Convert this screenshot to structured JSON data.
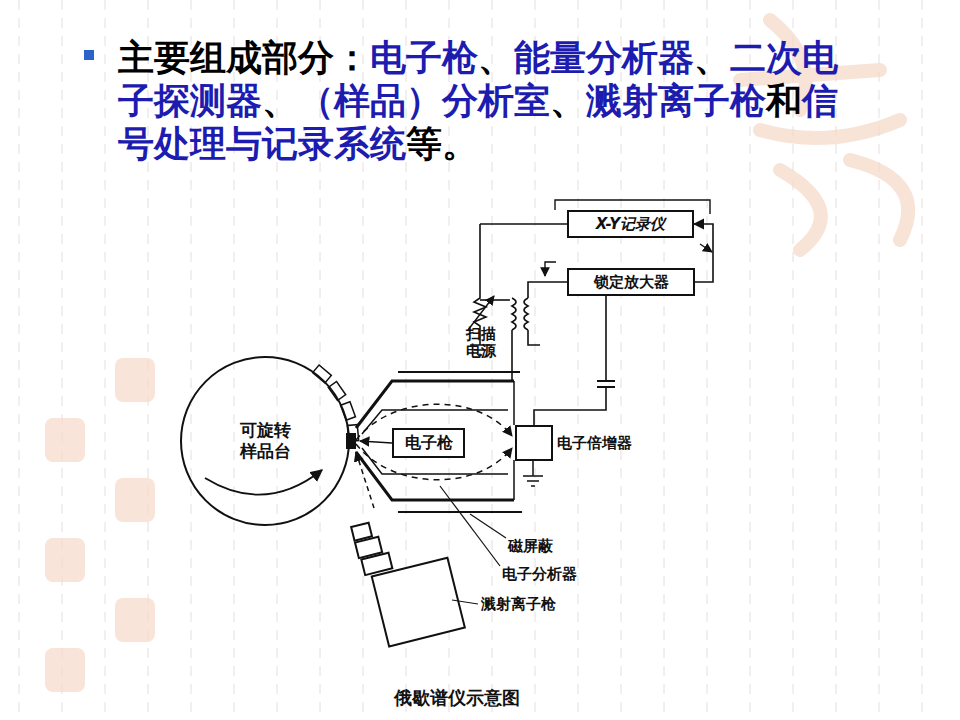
{
  "diagram": {
    "caption": "俄歇谱仪示意图",
    "nodes": [
      {
        "text": [
          "X-Y记录仪"
        ]
      },
      {
        "text": [
          "锁定放大器"
        ]
      },
      {
        "text": [
          "可旋转样品台"
        ]
      },
      {
        "text": [
          "电子枪"
        ]
      },
      {
        "text": [
          "电子倍增器"
        ]
      }
    ],
    "edges": [
      {
        "from": 1,
        "to": 0,
        "arrow": "to"
      },
      {
        "from": 4,
        "to": 1,
        "arrow": "none"
      }
    ],
    "labels": [
      "主要组成部分：",
      "电子枪",
      "、",
      "能量分析器",
      "、",
      "二次电子探测器",
      "、",
      "（样品）分析室",
      "、",
      "溅射离子枪",
      "和",
      "信号处理与记录系统",
      "等。",
      "扫描电源",
      "磁屏蔽",
      "电子分析器",
      "溅射离子枪"
    ]
  }
}
